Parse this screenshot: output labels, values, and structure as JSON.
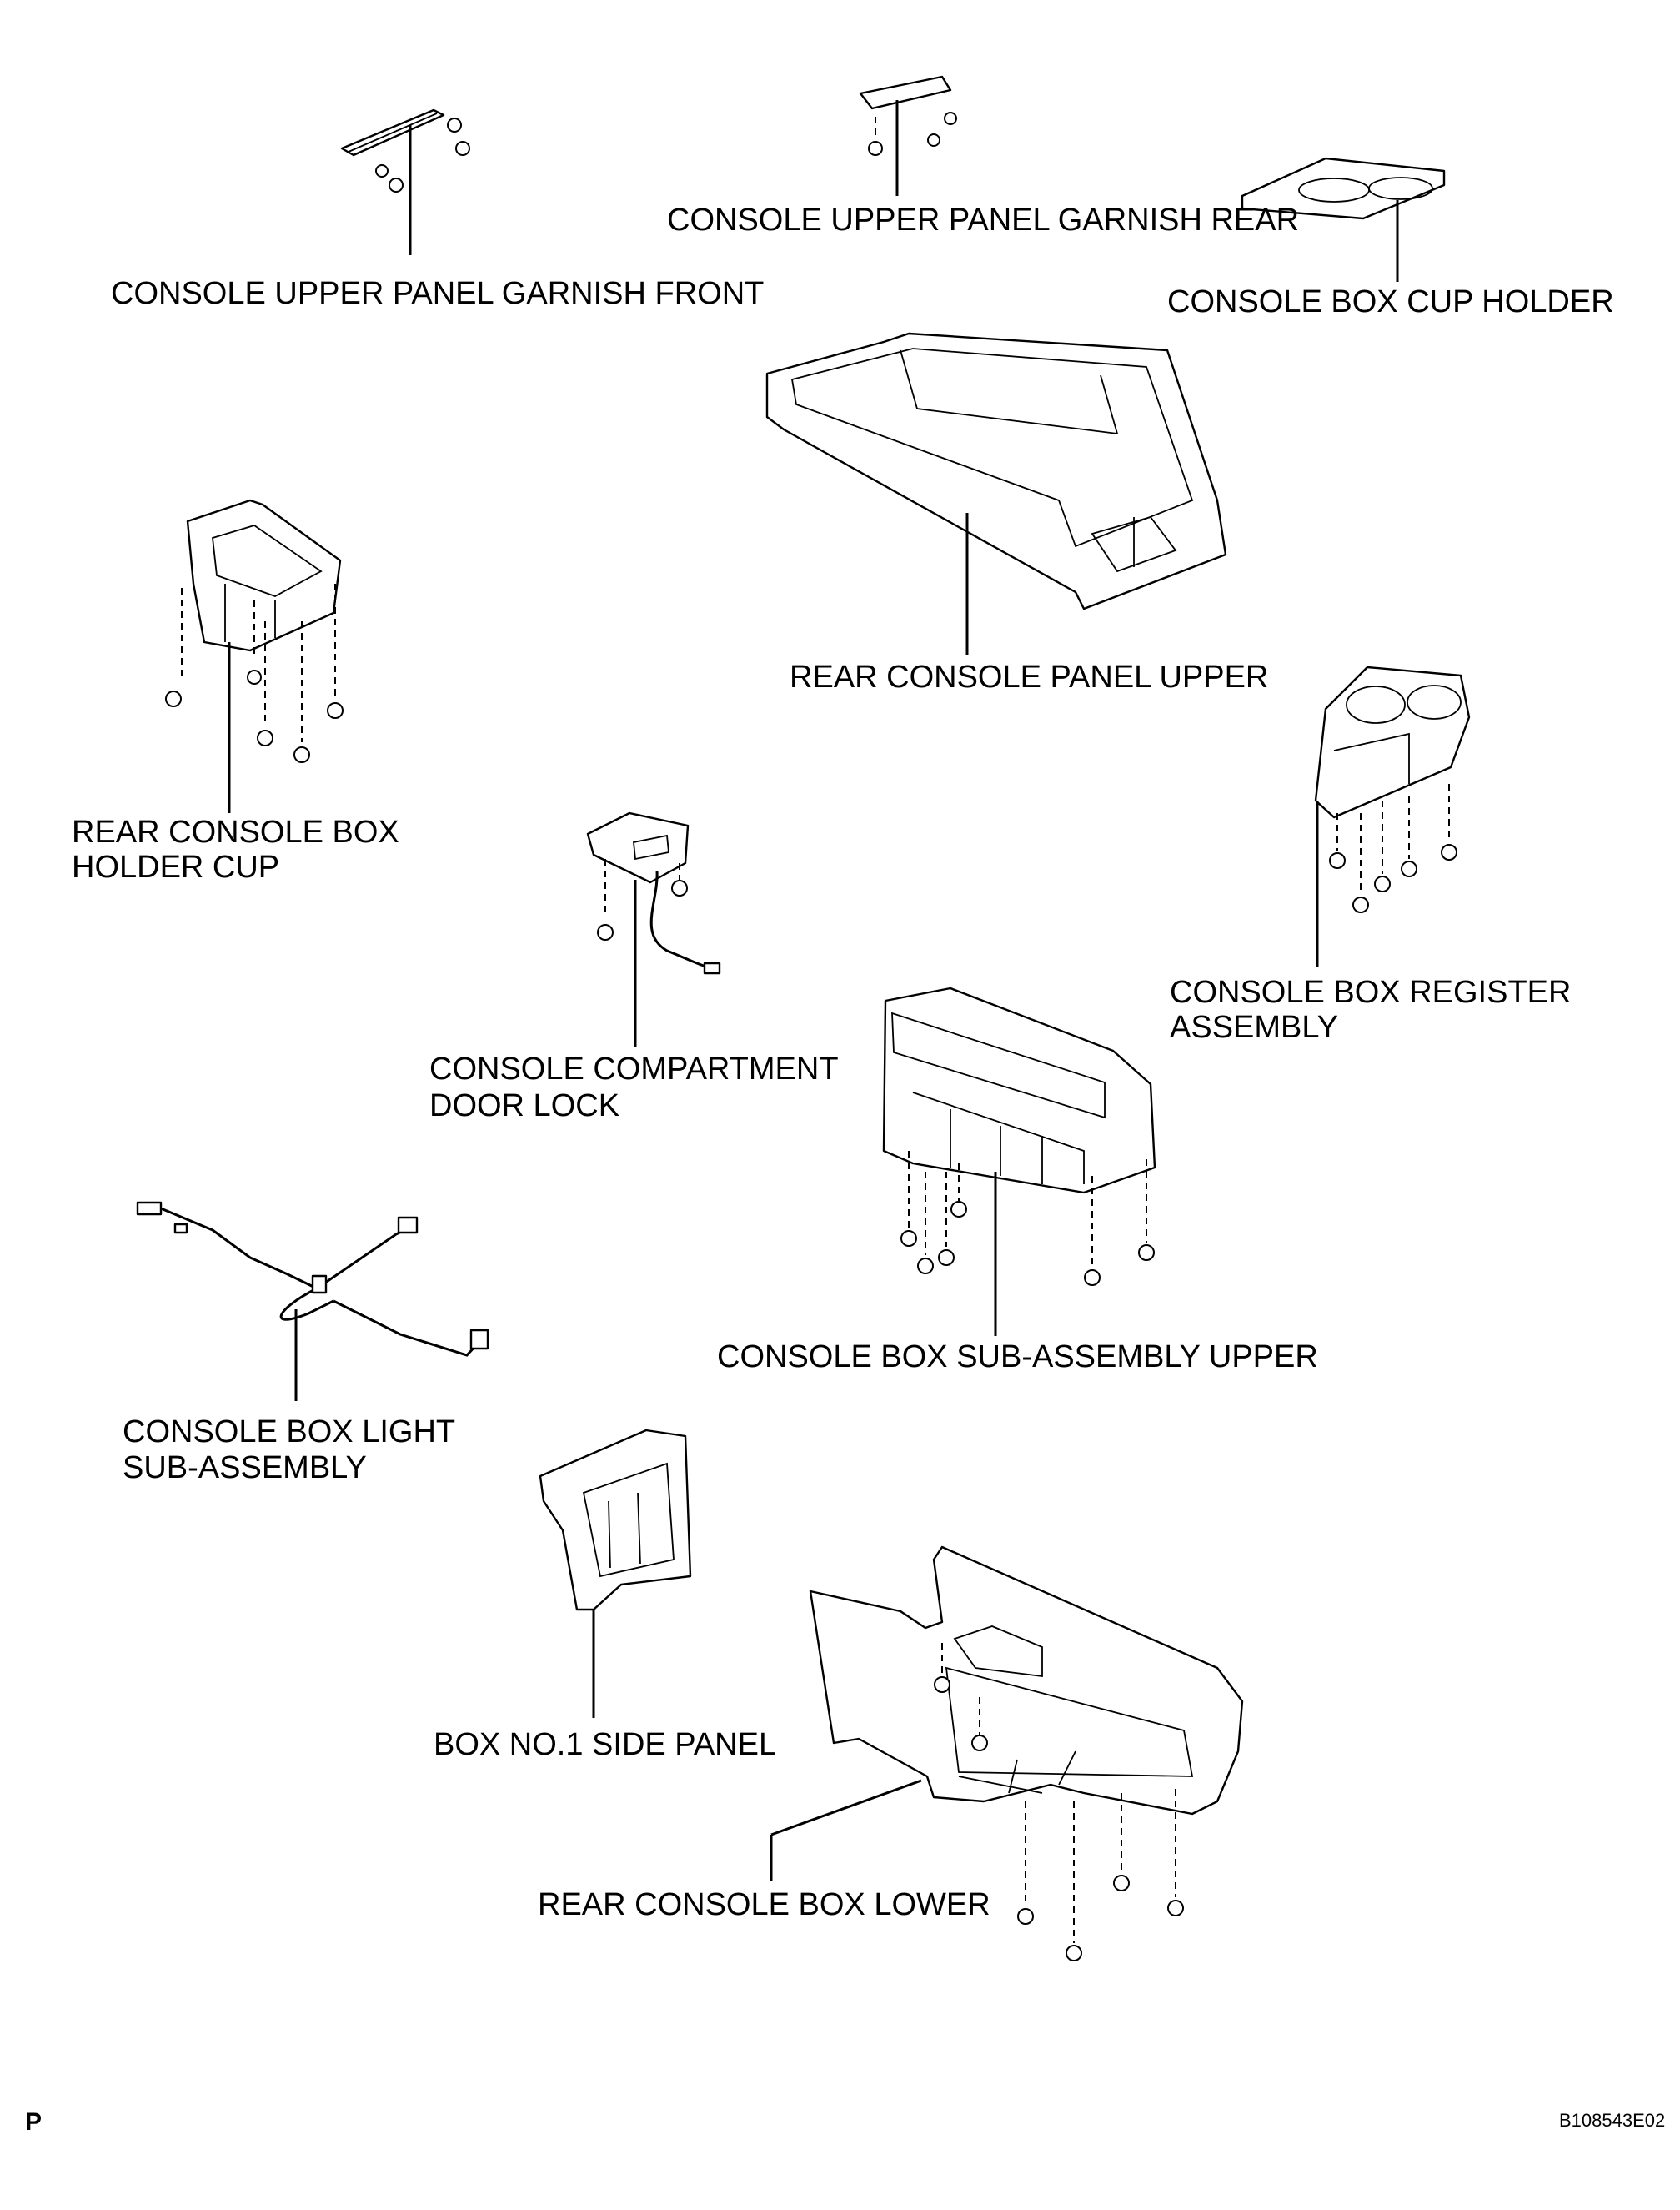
{
  "labels": {
    "garnish_front": "CONSOLE UPPER PANEL GARNISH FRONT",
    "garnish_rear": "CONSOLE UPPER PANEL GARNISH REAR",
    "cup_holder": "CONSOLE BOX CUP HOLDER",
    "panel_upper": "REAR CONSOLE PANEL UPPER",
    "holder_cup_1": "REAR CONSOLE BOX",
    "holder_cup_2": "HOLDER CUP",
    "register_1": "CONSOLE BOX REGISTER",
    "register_2": "ASSEMBLY",
    "door_lock_1": "CONSOLE COMPARTMENT",
    "door_lock_2": "DOOR LOCK",
    "sub_upper": "CONSOLE BOX SUB-ASSEMBLY UPPER",
    "light_1": "CONSOLE BOX LIGHT",
    "light_2": "SUB-ASSEMBLY",
    "side_panel": "BOX NO.1 SIDE PANEL",
    "box_lower": "REAR CONSOLE BOX LOWER"
  },
  "corner_left": "P",
  "figure_code": "B108543E02"
}
